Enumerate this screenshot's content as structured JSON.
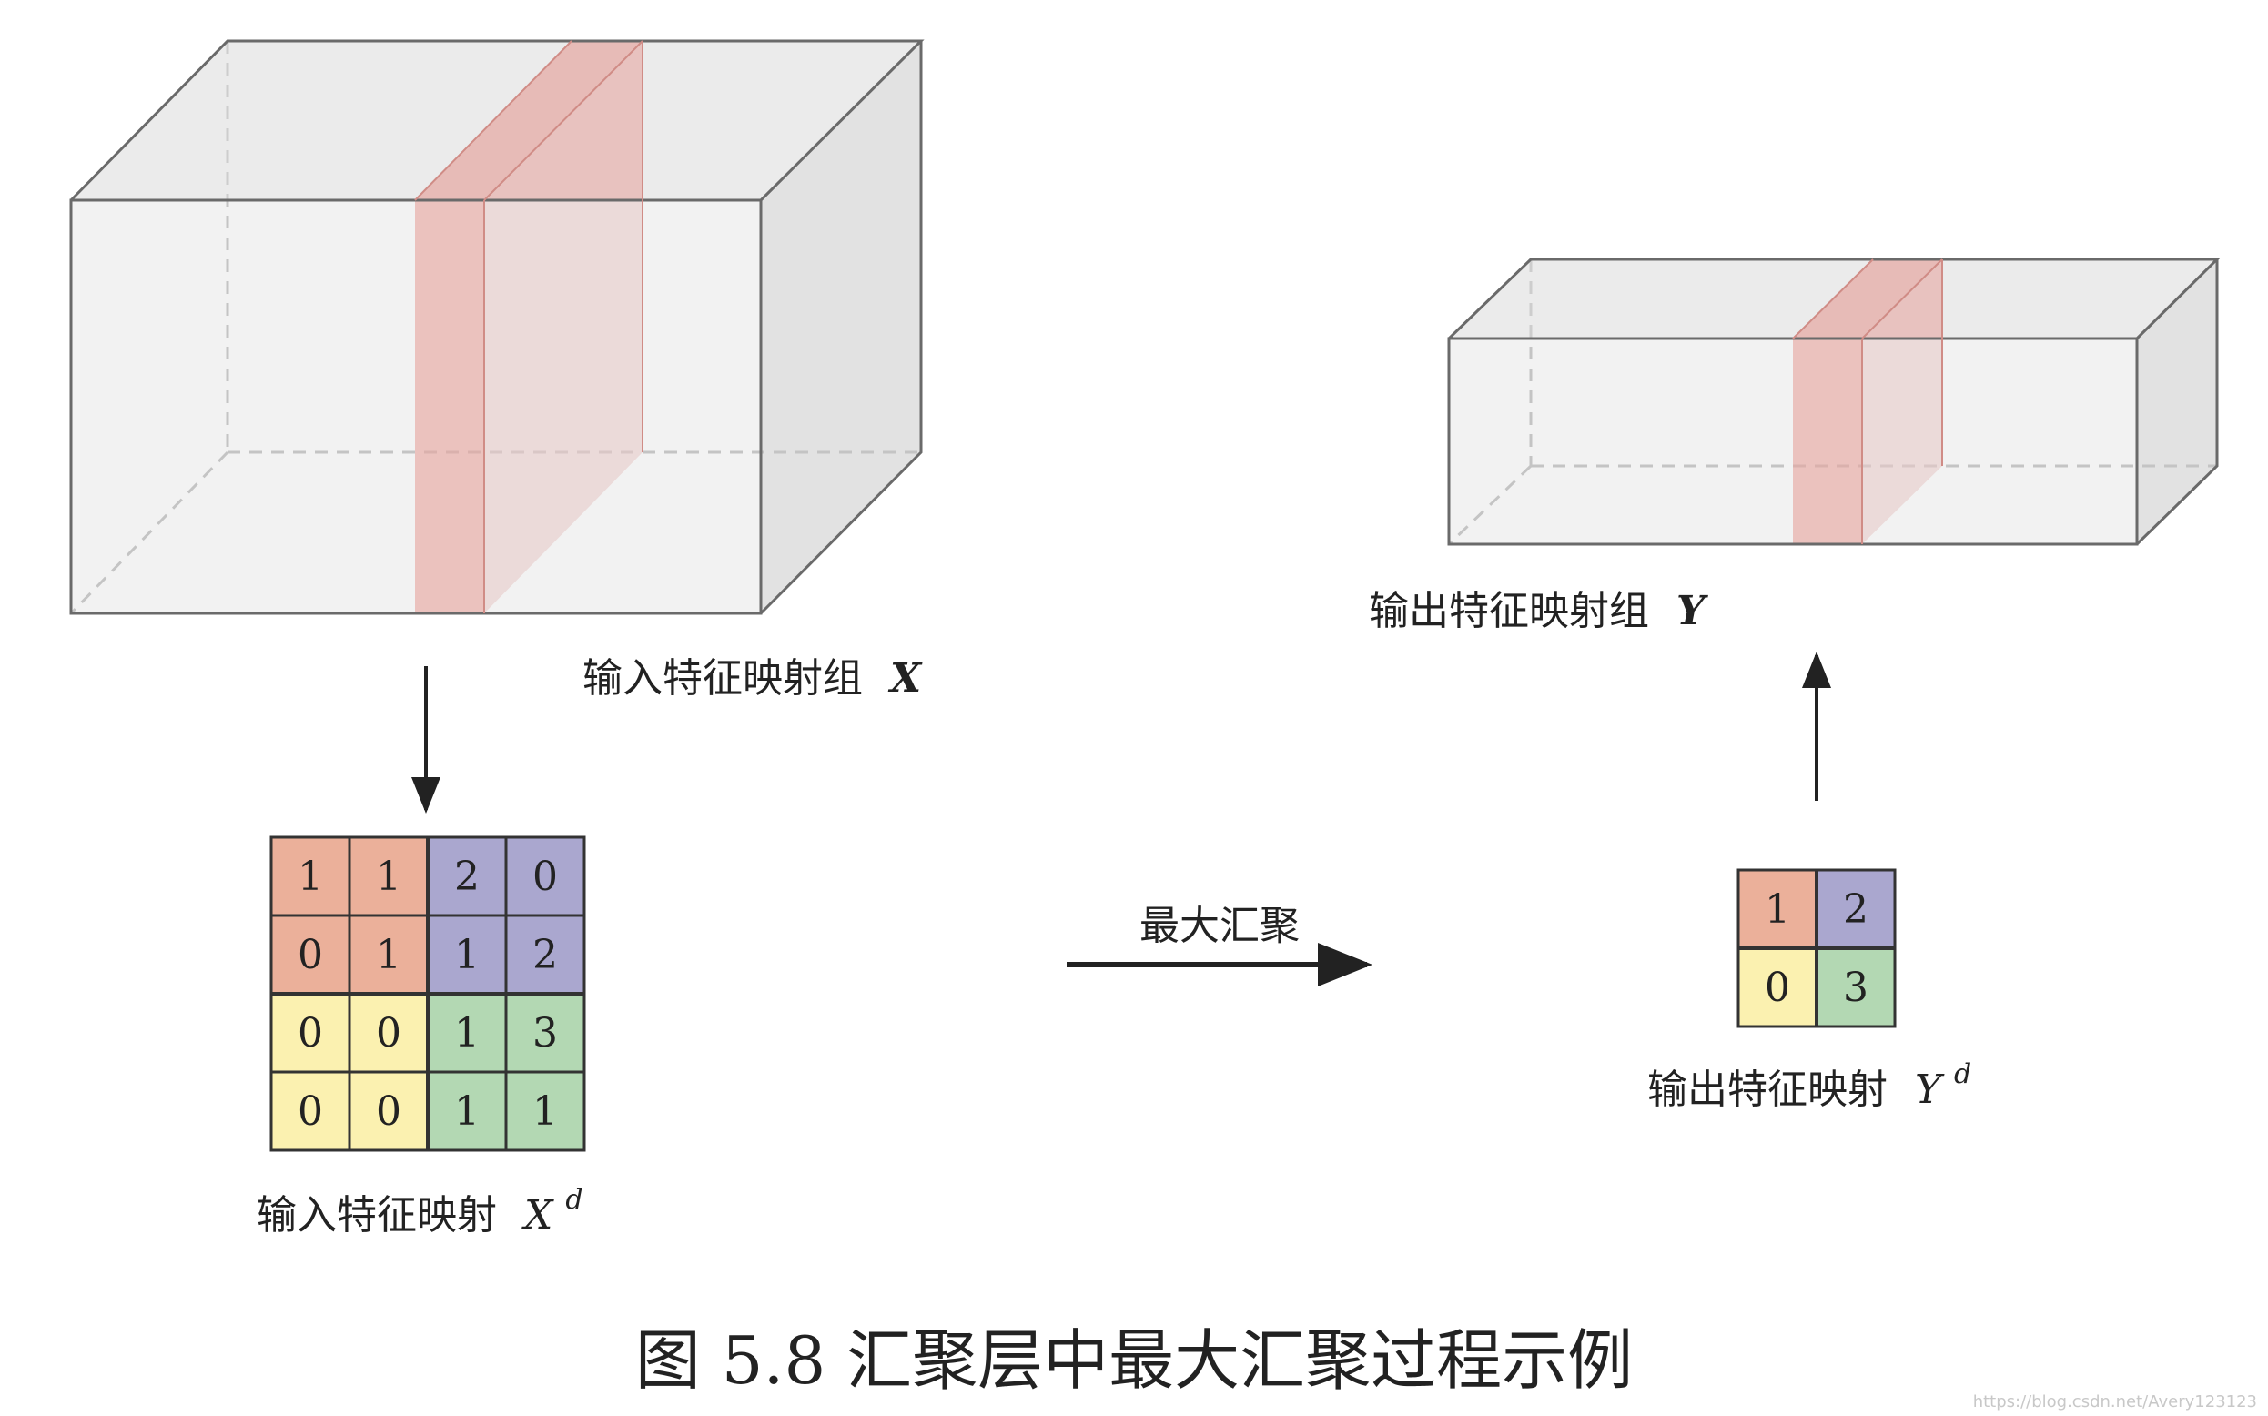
{
  "input_group_label": "输入特征映射组",
  "input_group_symbol": "X",
  "input_map_label": "输入特征映射",
  "input_map_symbol": "X",
  "input_map_superscript": "d",
  "input_map_values": [
    [
      "1",
      "1",
      "2",
      "0"
    ],
    [
      "0",
      "1",
      "1",
      "2"
    ],
    [
      "0",
      "0",
      "1",
      "3"
    ],
    [
      "0",
      "0",
      "1",
      "1"
    ]
  ],
  "operation_label": "最大汇聚",
  "output_map_values": [
    [
      "1",
      "2"
    ],
    [
      "0",
      "3"
    ]
  ],
  "output_map_label": "输出特征映射",
  "output_map_symbol": "Y",
  "output_map_superscript": "d",
  "output_group_label": "输出特征映射组",
  "output_group_symbol": "Y",
  "caption": "图 5.8 汇聚层中最大汇聚过程示例",
  "watermark": "https://blog.csdn.net/Avery123123",
  "colors": {
    "region_top_left": "#ebb09a",
    "region_top_right": "#aaa7cf",
    "region_bottom_left": "#fbf1b0",
    "region_bottom_right": "#b3d8b3",
    "slice": "#e6a7a1",
    "box_fill": "#d9d9d9"
  }
}
